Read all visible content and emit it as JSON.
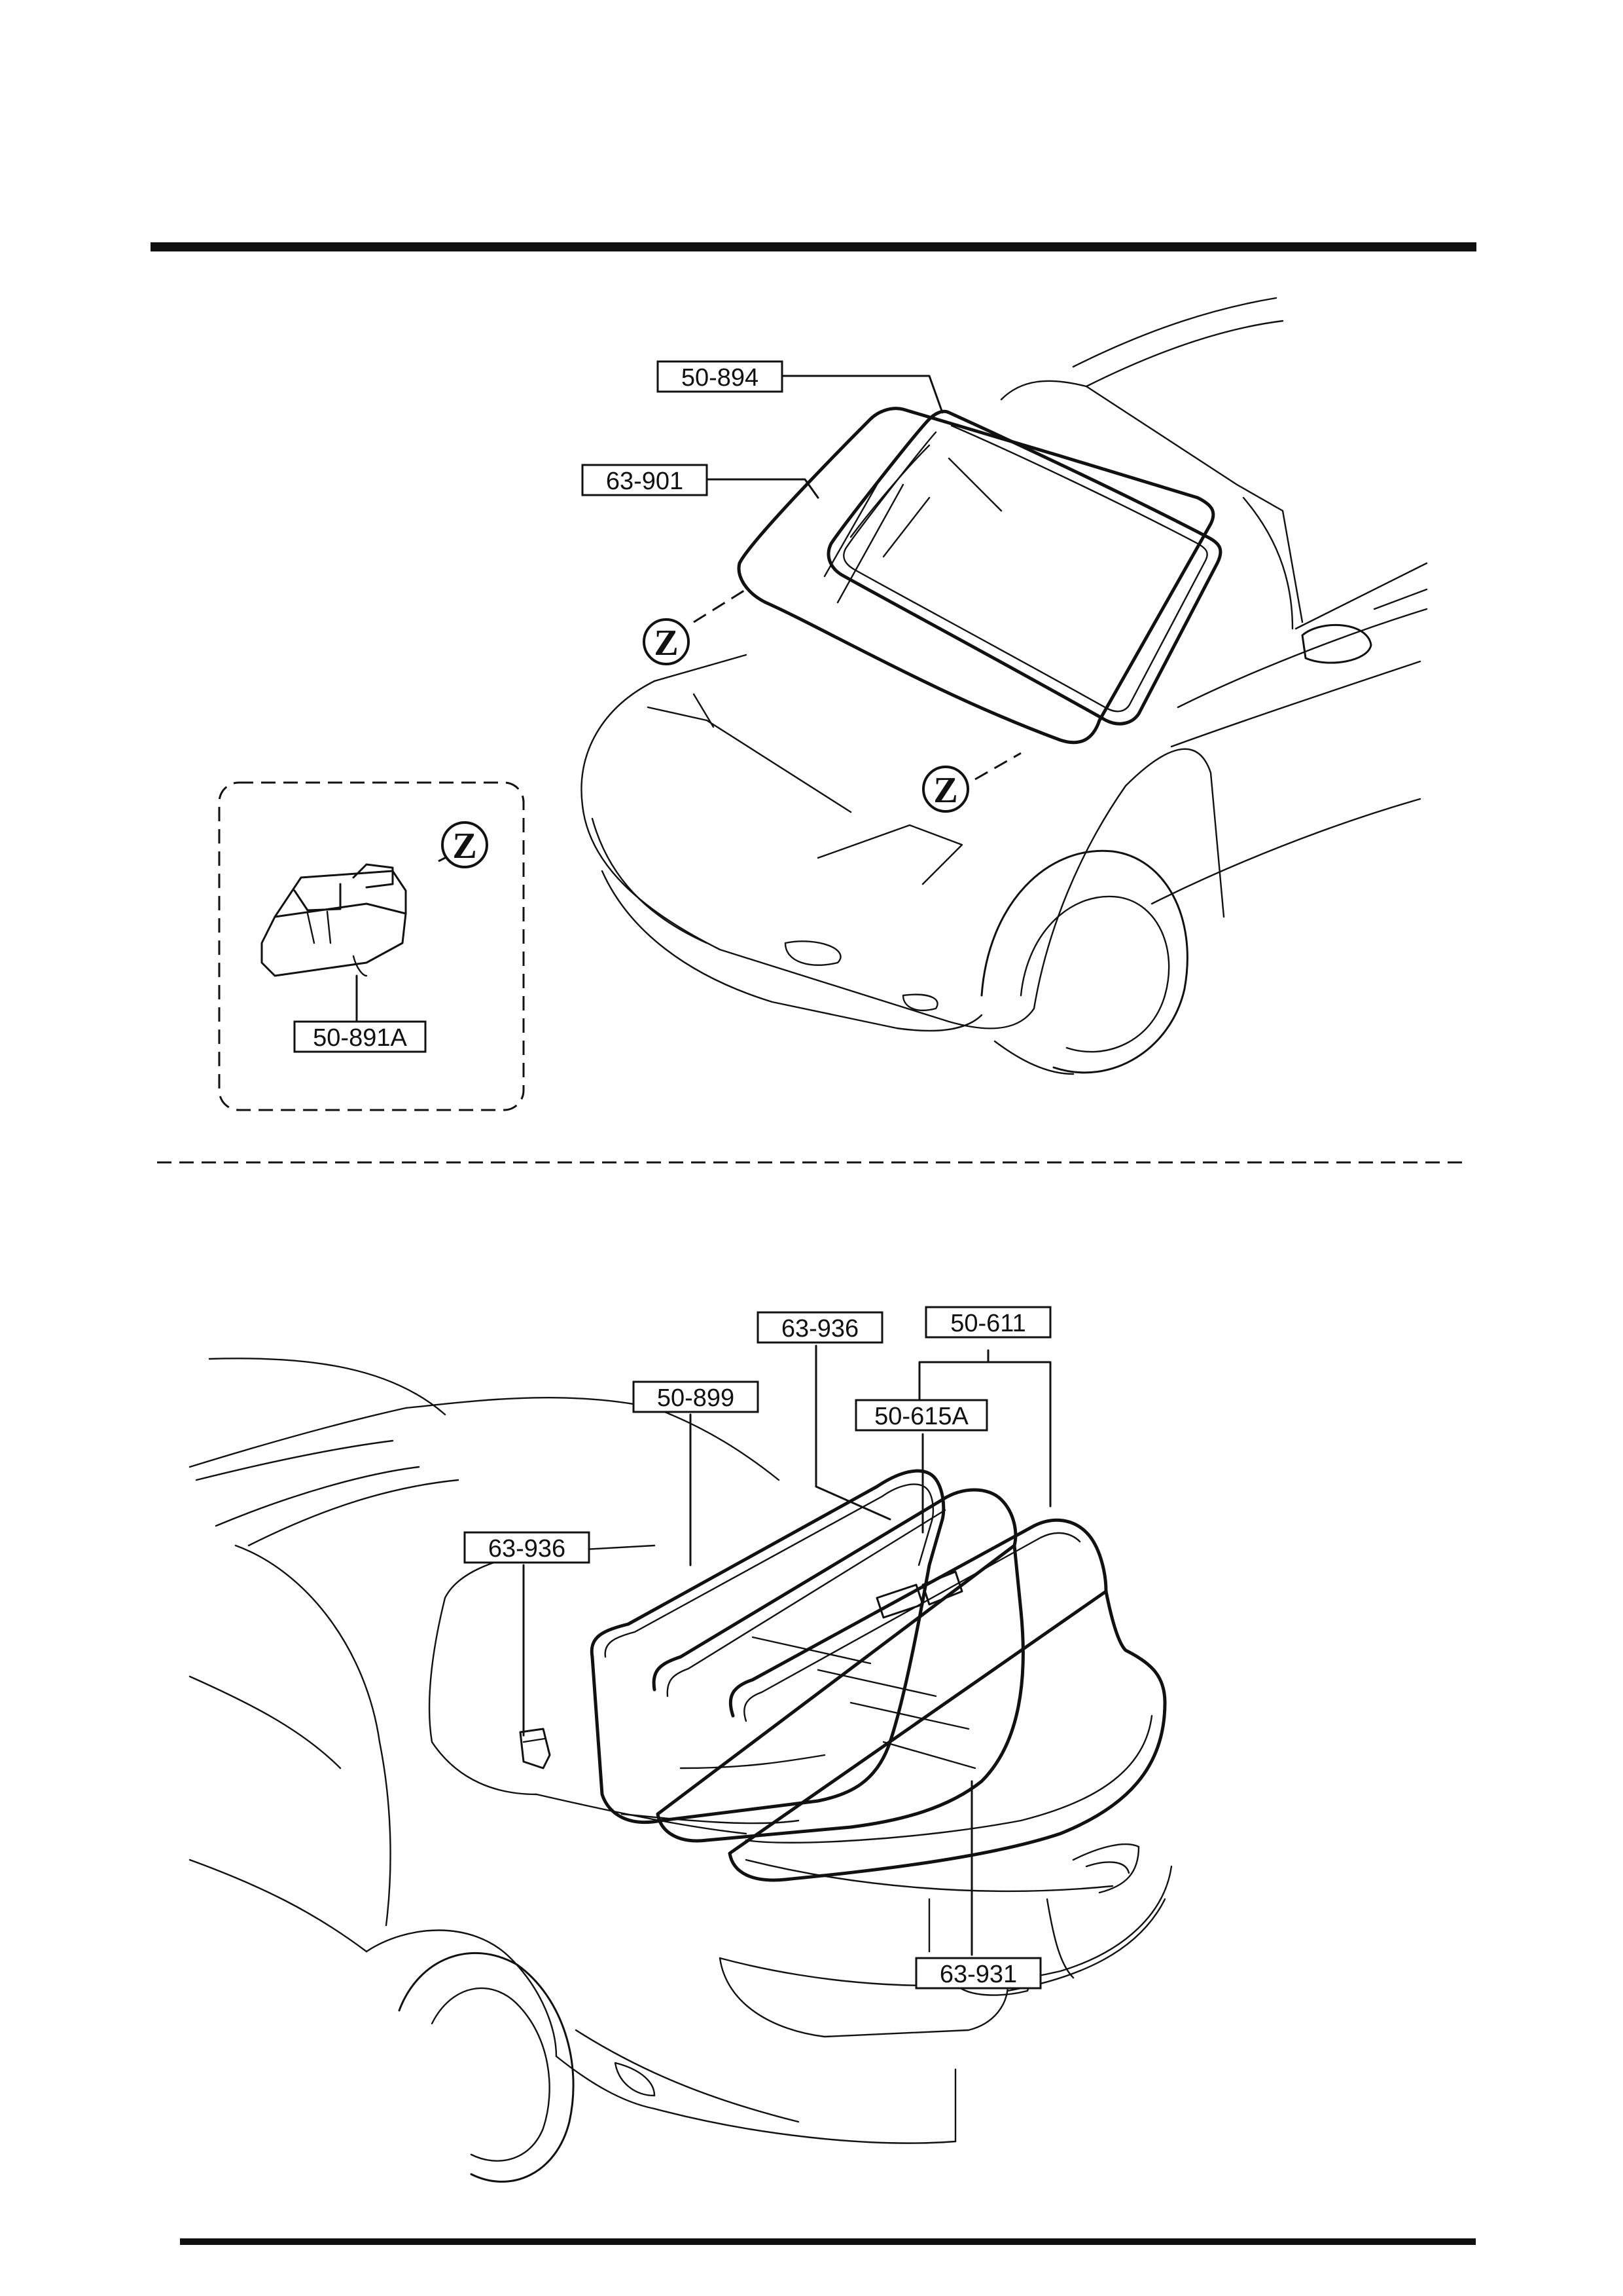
{
  "upper_view": {
    "part_labels": [
      "50-894",
      "63-901",
      "50-891A"
    ],
    "detail_marker": "Z"
  },
  "lower_view": {
    "part_labels": [
      "63-936",
      "50-611",
      "50-899",
      "50-615A",
      "63-936",
      "63-931"
    ]
  }
}
